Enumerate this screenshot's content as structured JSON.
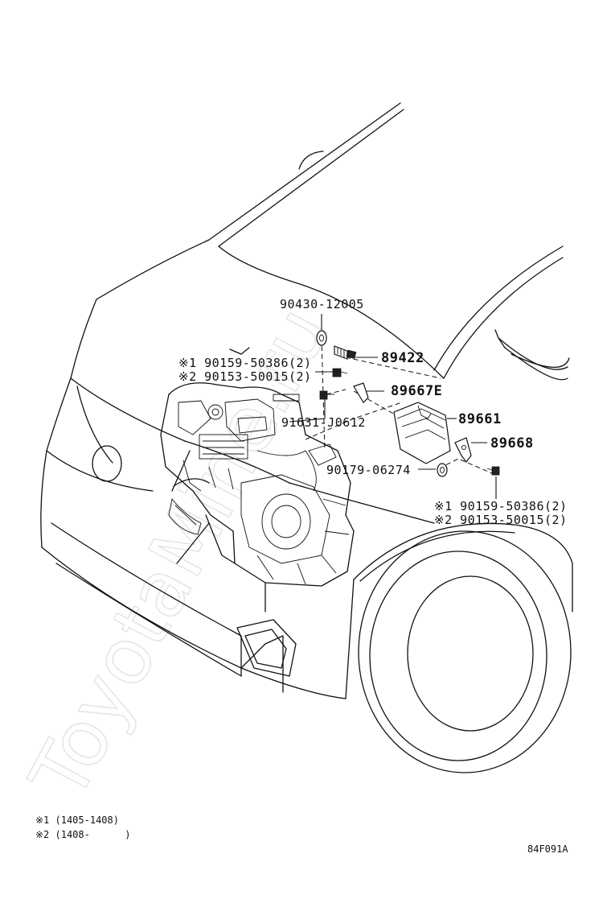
{
  "watermark": "ToyotaMine.ru",
  "diagram_code": "84F091A",
  "callouts": {
    "washer_top": "90430-12005",
    "sensor": "89422",
    "bolt_left_1": "※1 90159-50386(2)",
    "bolt_left_2": "※2 90153-50015(2)",
    "bracket_e": "89667E",
    "bolt_mid": "91631-J0612",
    "ecu": "89661",
    "bracket_right": "89668",
    "nut": "90179-06274",
    "bolt_right_1": "※1 90159-50386(2)",
    "bolt_right_2": "※2 90153-50015(2)"
  },
  "notes": [
    "※1 (1405-1408)",
    "※2 (1408-      )"
  ]
}
